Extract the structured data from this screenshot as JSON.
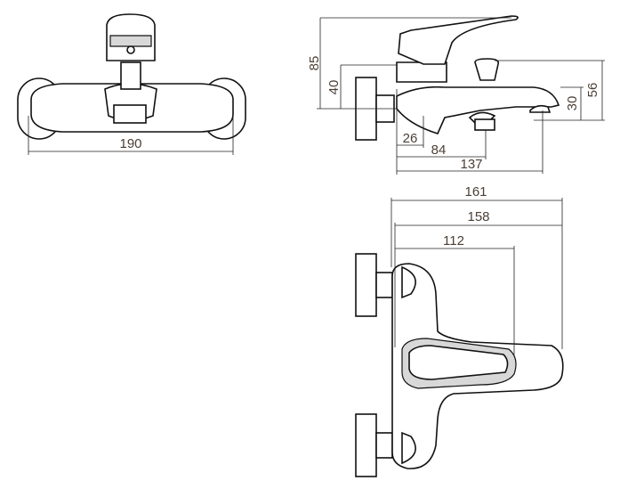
{
  "drawing": {
    "front_view": {
      "width_label": "190"
    },
    "side_view": {
      "height_total_label": "85",
      "height_inlet_label": "40",
      "inlet_to_body_label": "26",
      "inlet_to_diverter_label": "84",
      "inlet_to_spout_label": "137",
      "diverter_height_label": "56",
      "spout_height_label": "30"
    },
    "top_view": {
      "depth_total_label": "161",
      "depth_lever_label": "158",
      "depth_body_label": "112"
    }
  },
  "colors": {
    "line": "#111111",
    "label": "#4a3f35"
  }
}
